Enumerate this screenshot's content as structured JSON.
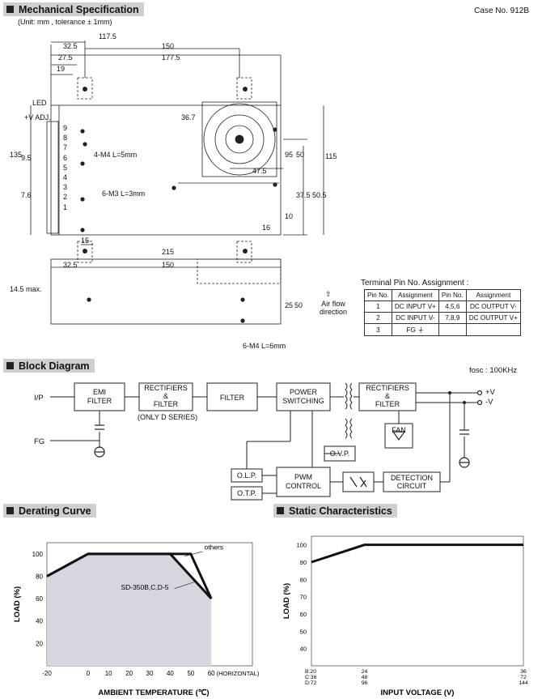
{
  "sections": {
    "mech": "Mechanical Specification",
    "block": "Block Diagram",
    "derating": "Derating Curve",
    "static": "Static Characteristics"
  },
  "case_no": "Case No. 912B",
  "unit_note": "(Unit: mm , tolerance ± 1mm)",
  "dims_top": [
    "117.5",
    "150",
    "32.5",
    "177.5",
    "27.5",
    "19",
    "36.7",
    "135",
    "9.5",
    "7.6",
    "95",
    "50",
    "115",
    "47.5",
    "37.5",
    "50.5",
    "10",
    "16",
    "15"
  ],
  "labels_top": {
    "led": "LED",
    "vadj": "+V ADJ.",
    "pins": [
      "9",
      "8",
      "7",
      "6",
      "5",
      "4",
      "3",
      "2",
      "1"
    ],
    "m4": "4-M4 L=5mm",
    "m3": "6-M3 L=3mm"
  },
  "side_view": {
    "dims": [
      "215",
      "32.5",
      "150",
      "14.5 max.",
      "25",
      "50"
    ],
    "m4b": "6-M4 L=6mm",
    "airflow": [
      "Air flow",
      "direction"
    ]
  },
  "terminal": {
    "title": "Terminal Pin No. Assignment :",
    "headers": [
      "Pin No.",
      "Assignment",
      "Pin No.",
      "Assignment"
    ],
    "rows": [
      [
        "1",
        "DC INPUT V+",
        "4,5,6",
        "DC OUTPUT V-"
      ],
      [
        "2",
        "DC INPUT V-",
        "7,8,9",
        "DC OUTPUT V+"
      ],
      [
        "3",
        "FG ⏚",
        "",
        ""
      ]
    ]
  },
  "block": {
    "fosc": "fosc : 100KHz",
    "ip": "I/P",
    "fg": "FG",
    "emi": [
      "EMI",
      "FILTER"
    ],
    "rect1": [
      "RECTIFIERS",
      "&",
      "FILTER"
    ],
    "onlyd": "(ONLY D SERIES)",
    "filter": "FILTER",
    "power": [
      "POWER",
      "SWITCHING"
    ],
    "rect2": [
      "RECTIFIERS",
      "&",
      "FILTER"
    ],
    "fan": "FAN",
    "ovp": "O.V.P.",
    "olp": "O.L.P.",
    "otp": "O.T.P.",
    "pwm": [
      "PWM",
      "CONTROL"
    ],
    "detect": [
      "DETECTION",
      "CIRCUIT"
    ],
    "vplus": "+V",
    "vminus": "-V"
  },
  "chart_data": [
    {
      "type": "area",
      "series": [
        {
          "name": "others",
          "x": [
            -20,
            0,
            50,
            60
          ],
          "y": [
            80,
            100,
            100,
            60
          ]
        },
        {
          "name": "SD-350B,C,D-5",
          "x": [
            -20,
            0,
            40,
            60
          ],
          "y": [
            80,
            100,
            100,
            60
          ]
        }
      ],
      "xlabel": "AMBIENT TEMPERATURE (℃)",
      "ylabel": "LOAD (%)",
      "x_ticks": [
        "-20",
        "0",
        "10",
        "20",
        "30",
        "40",
        "50",
        "60"
      ],
      "x_suffix": "(HORIZONTAL)",
      "y_ticks": [
        "20",
        "40",
        "60",
        "80",
        "100"
      ],
      "xlim": [
        -20,
        80
      ],
      "ylim": [
        0,
        110
      ]
    },
    {
      "type": "line",
      "series": [
        {
          "x": [
            20,
            24,
            36
          ],
          "y": [
            90,
            100,
            100
          ]
        }
      ],
      "xlabel": "INPUT VOLTAGE (V)",
      "ylabel": "LOAD (%)",
      "y_ticks": [
        "40",
        "50",
        "60",
        "70",
        "80",
        "90",
        "100"
      ],
      "x_tick_rows": [
        {
          "prefix": "B:",
          "values": [
            "20",
            "24",
            "36"
          ]
        },
        {
          "prefix": "C:",
          "values": [
            "36",
            "48",
            "72"
          ]
        },
        {
          "prefix": "D:",
          "values": [
            "72",
            "96",
            "144"
          ]
        }
      ],
      "xlim": [
        20,
        36
      ],
      "ylim": [
        30,
        105
      ]
    }
  ]
}
